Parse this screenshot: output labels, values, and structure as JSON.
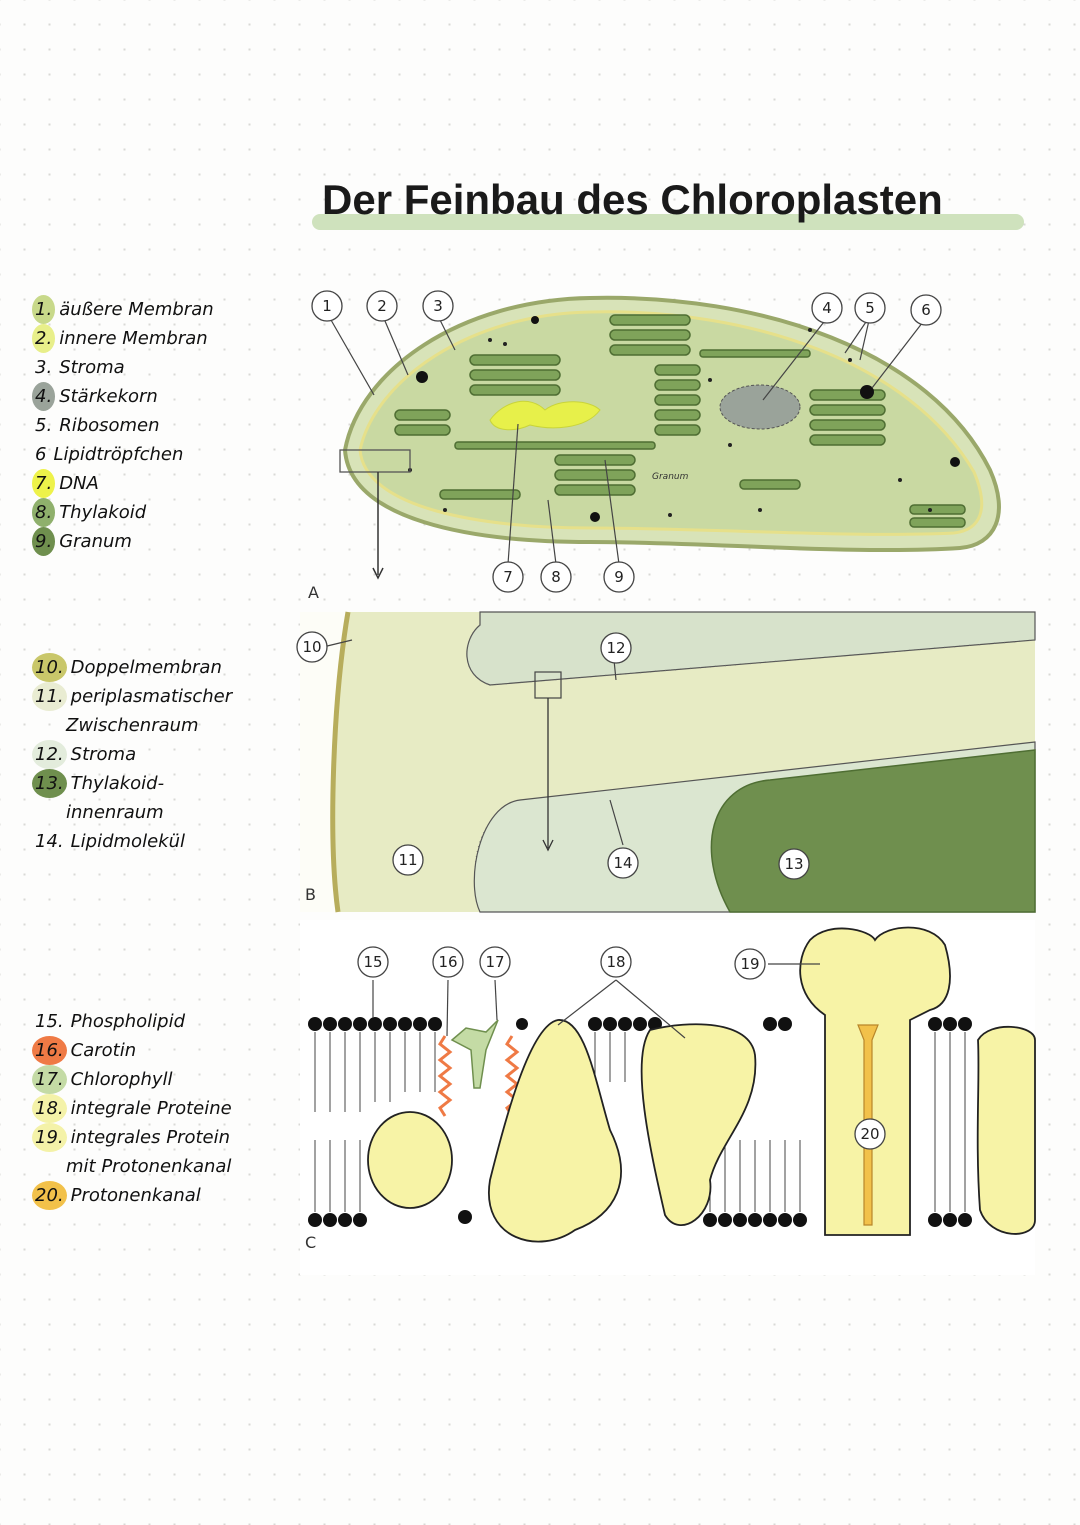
{
  "title": "Der Feinbau des Chloroplasten",
  "legend_a": [
    {
      "num": "1.",
      "text": "äußere Membran",
      "color": "#c8d98a"
    },
    {
      "num": "2.",
      "text": "innere Membran",
      "color": "#e8ef8a"
    },
    {
      "num": "3.",
      "text": "Stroma",
      "color": ""
    },
    {
      "num": "4.",
      "text": "Stärkekorn",
      "color": "#9aa39a"
    },
    {
      "num": "5.",
      "text": "Ribosomen",
      "color": ""
    },
    {
      "num": "6",
      "text": "Lipidtröpfchen",
      "color": ""
    },
    {
      "num": "7.",
      "text": "DNA",
      "color": "#eef24a"
    },
    {
      "num": "8.",
      "text": "Thylakoid",
      "color": "#8fb06c"
    },
    {
      "num": "9.",
      "text": "Granum",
      "color": "#6f8f4e"
    }
  ],
  "legend_b": [
    {
      "num": "10.",
      "text": "Doppelmembran",
      "color": "#c9c76a"
    },
    {
      "num": "11.",
      "text": "periplasmatischer",
      "cont": "Zwischenraum",
      "color": "#e9ecd2"
    },
    {
      "num": "12.",
      "text": "Stroma",
      "color": "#e3ecdc"
    },
    {
      "num": "13.",
      "text": "Thylakoid-",
      "cont": "innenraum",
      "color": "#6f8f4e"
    },
    {
      "num": "14.",
      "text": "Lipidmolekül",
      "color": ""
    }
  ],
  "legend_c": [
    {
      "num": "15.",
      "text": "Phospholipid",
      "color": ""
    },
    {
      "num": "16.",
      "text": "Carotin",
      "color": "#ef7a45"
    },
    {
      "num": "17.",
      "text": "Chlorophyll",
      "color": "#c4dba5"
    },
    {
      "num": "18.",
      "text": "integrale Proteine",
      "color": "#f4f2a8"
    },
    {
      "num": "19.",
      "text": "integrales Protein",
      "cont": "mit Protonenkanal",
      "color": "#f4f2a8"
    },
    {
      "num": "20.",
      "text": "Protonenkanal",
      "color": "#f2c14a"
    }
  ],
  "diagram": {
    "panel_letters": [
      "A",
      "B",
      "C"
    ],
    "granum_label": "Granum",
    "callouts": [
      "1",
      "2",
      "3",
      "4",
      "5",
      "6",
      "7",
      "8",
      "9",
      "10",
      "11",
      "12",
      "13",
      "14",
      "15",
      "16",
      "17",
      "18",
      "19",
      "20"
    ]
  }
}
